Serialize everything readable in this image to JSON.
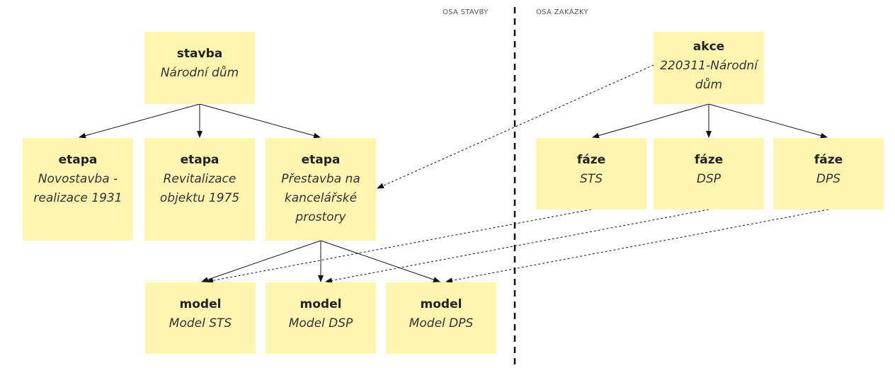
{
  "axes": {
    "left": "OSA STAVBY",
    "right": "OSA ZAKÁZKY"
  },
  "nodes": {
    "stavba": {
      "type": "stavba",
      "name": "Národní dům"
    },
    "etapa1": {
      "type": "etapa",
      "name": "Novostavba - realizace 1931"
    },
    "etapa2": {
      "type": "etapa",
      "name": "Revitalizace objektu 1975"
    },
    "etapa3": {
      "type": "etapa",
      "name": "Přestavba na kancelářské prostory"
    },
    "model1": {
      "type": "model",
      "name": "Model STS"
    },
    "model2": {
      "type": "model",
      "name": "Model DSP"
    },
    "model3": {
      "type": "model",
      "name": "Model DPS"
    },
    "akce": {
      "type": "akce",
      "name": "220311-Národní dům"
    },
    "faze1": {
      "type": "fáze",
      "name": "STS"
    },
    "faze2": {
      "type": "fáze",
      "name": "DSP"
    },
    "faze3": {
      "type": "fáze",
      "name": "DPS"
    }
  },
  "colors": {
    "box": "#fff5b1"
  }
}
